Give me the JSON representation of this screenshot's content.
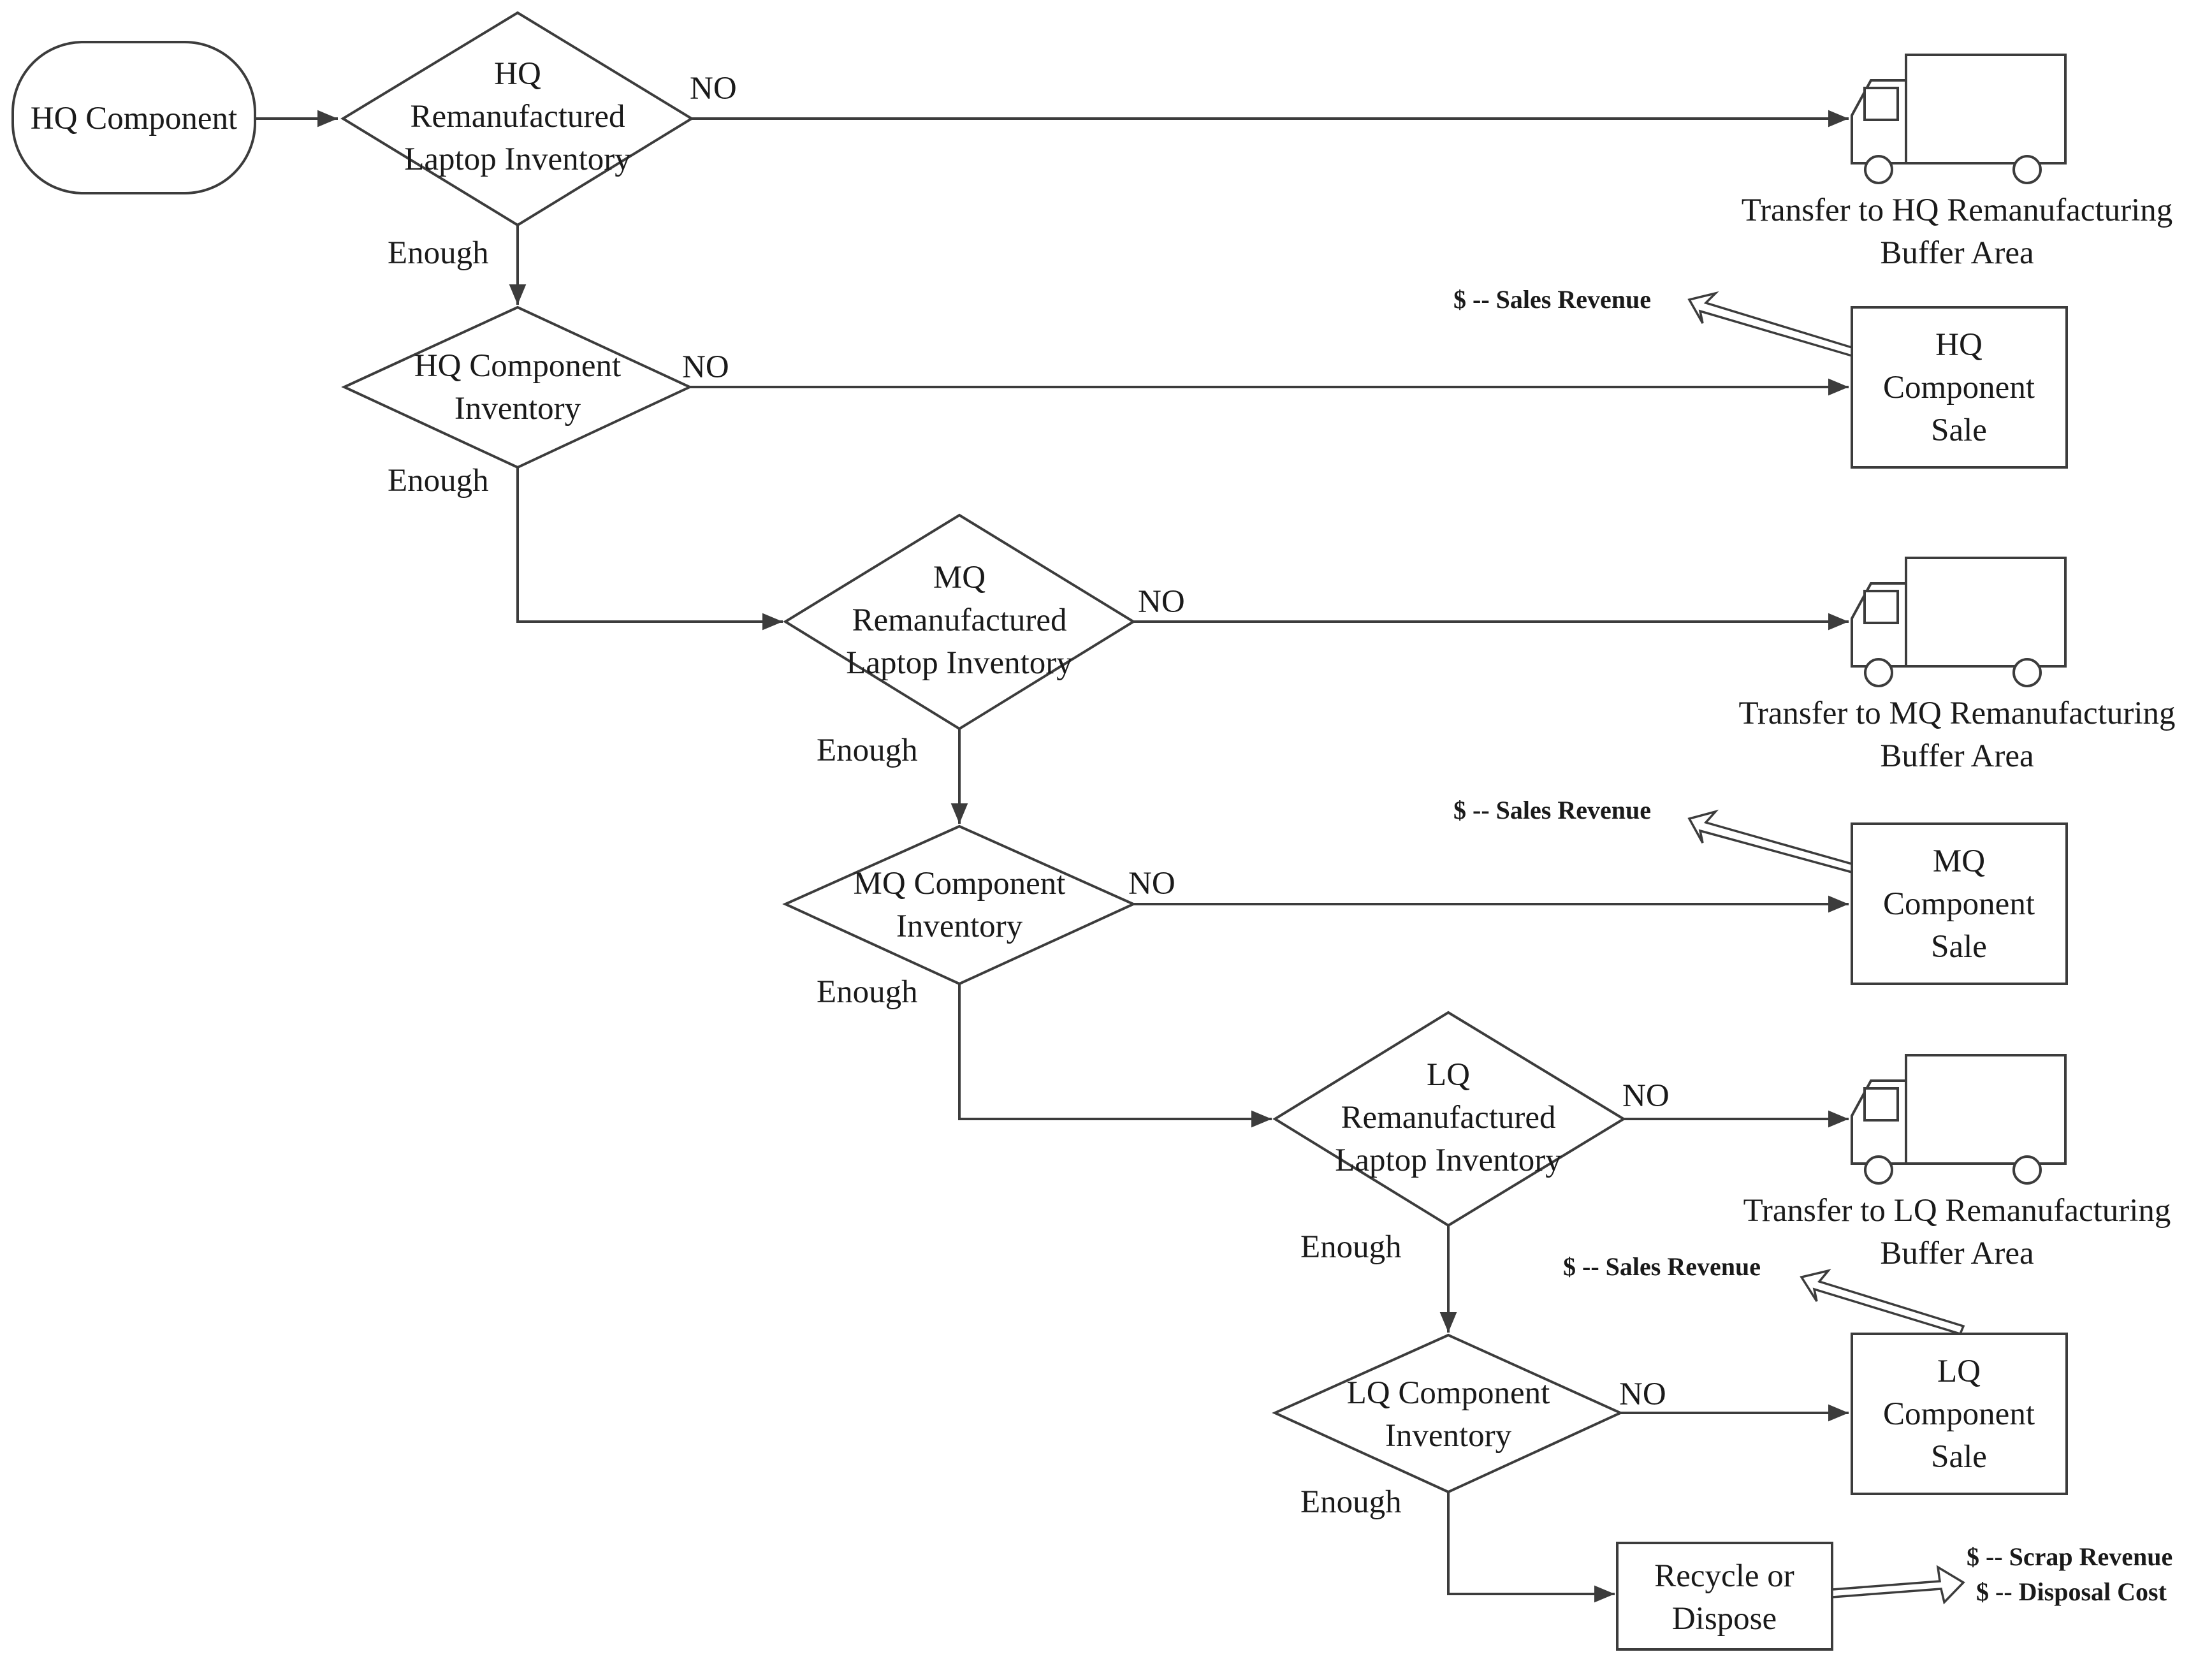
{
  "start": {
    "label": "HQ Component"
  },
  "decisions": {
    "hq_laptop": [
      "HQ",
      "Remanufactured",
      "Laptop Inventory"
    ],
    "hq_component": [
      "HQ Component",
      "Inventory"
    ],
    "mq_laptop": [
      "MQ",
      "Remanufactured",
      "Laptop Inventory"
    ],
    "mq_component": [
      "MQ Component",
      "Inventory"
    ],
    "lq_laptop": [
      "LQ",
      "Remanufactured",
      "Laptop Inventory"
    ],
    "lq_component": [
      "LQ Component",
      "Inventory"
    ]
  },
  "edge_labels": {
    "no": "NO",
    "enough": "Enough"
  },
  "transfers": {
    "hq": [
      "Transfer to HQ Remanufacturing",
      "Buffer Area"
    ],
    "mq": [
      "Transfer to MQ Remanufacturing",
      "Buffer Area"
    ],
    "lq": [
      "Transfer to LQ Remanufacturing",
      "Buffer Area"
    ]
  },
  "sales": {
    "hq": [
      "HQ",
      "Component",
      "Sale"
    ],
    "mq": [
      "MQ",
      "Component",
      "Sale"
    ],
    "lq": [
      "LQ",
      "Component",
      "Sale"
    ]
  },
  "revenue": {
    "sales": "$ -- Sales Revenue",
    "scrap": "$ -- Scrap Revenue",
    "disposal": "$ -- Disposal Cost"
  },
  "recycle": [
    "Recycle or",
    "Dispose"
  ],
  "icons": {
    "truck": "truck-icon"
  }
}
